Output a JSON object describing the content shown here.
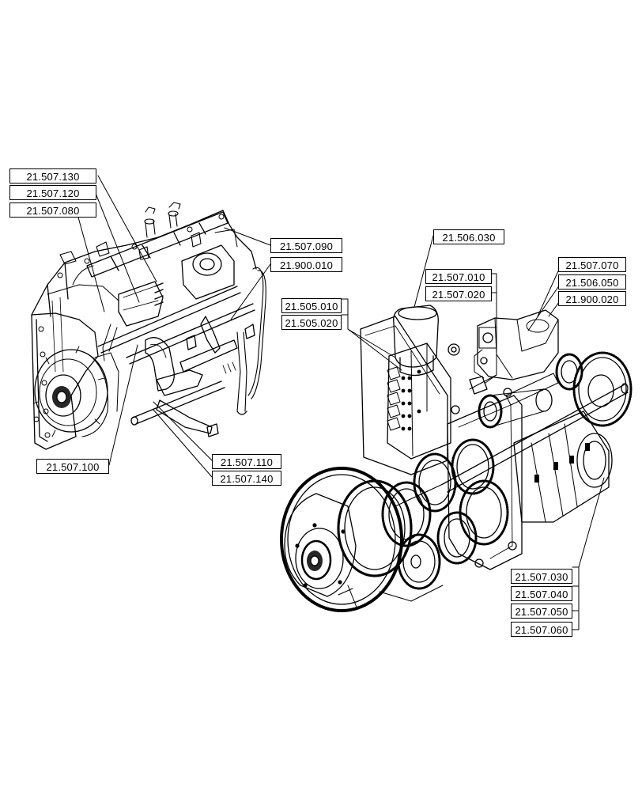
{
  "callouts": [
    {
      "id": "21.507.130",
      "label": "21.507.130"
    },
    {
      "id": "21.507.120",
      "label": "21.507.120"
    },
    {
      "id": "21.507.080",
      "label": "21.507.080"
    },
    {
      "id": "21.507.090",
      "label": "21.507.090"
    },
    {
      "id": "21.900.010",
      "label": "21.900.010"
    },
    {
      "id": "21.507.100",
      "label": "21.507.100"
    },
    {
      "id": "21.507.110",
      "label": "21.507.110"
    },
    {
      "id": "21.507.140",
      "label": "21.507.140"
    },
    {
      "id": "21.506.030",
      "label": "21.506.030"
    },
    {
      "id": "21.507.010",
      "label": "21.507.010"
    },
    {
      "id": "21.507.020",
      "label": "21.507.020"
    },
    {
      "id": "21.505.010",
      "label": "21.505.010"
    },
    {
      "id": "21.505.020",
      "label": "21.505.020"
    },
    {
      "id": "21.507.070",
      "label": "21.507.070"
    },
    {
      "id": "21.506.050",
      "label": "21.506.050"
    },
    {
      "id": "21.900.020",
      "label": "21.900.020"
    },
    {
      "id": "21.507.030",
      "label": "21.507.030"
    },
    {
      "id": "21.507.040",
      "label": "21.507.040"
    },
    {
      "id": "21.507.050",
      "label": "21.507.050"
    },
    {
      "id": "21.507.060",
      "label": "21.507.060"
    }
  ]
}
